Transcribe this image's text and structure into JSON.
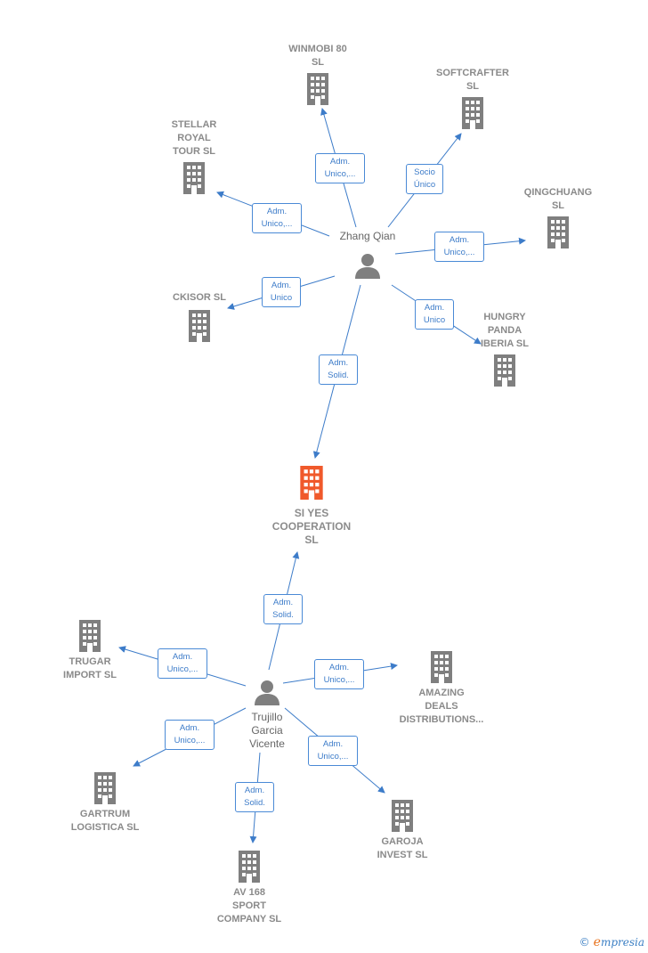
{
  "colors": {
    "edge": "#3d7cc9",
    "building": "#7f7f7f",
    "main_building": "#f0592b",
    "person": "#7f7f7f"
  },
  "main": {
    "label": "SI YES\nCOOPERATION\nSL"
  },
  "people": {
    "zhang": {
      "label": "Zhang Qian"
    },
    "trujillo": {
      "label": "Trujillo\nGarcia\nVicente"
    }
  },
  "companies": {
    "winmobi": "WINMOBI 80\nSL",
    "softcrafter": "SOFTCRAFTER\nSL",
    "stellar": "STELLAR\nROYAL\nTOUR  SL",
    "qingchuang": "QINGCHUANG\nSL",
    "ckisor": "CKISOR SL",
    "hungry": "HUNGRY\nPANDA\nIBERIA  SL",
    "trugar": "TRUGAR\nIMPORT  SL",
    "amazing": "AMAZING\nDEALS\nDISTRIBUTIONS...",
    "gartrum": "GARTRUM\nLOGISTICA  SL",
    "garoja": "GAROJA\nINVEST  SL",
    "av168": "AV 168\nSPORT\nCOMPANY  SL"
  },
  "edge_labels": {
    "winmobi": "Adm.\nUnico,...",
    "softcrafter": "Socio\nÚnico",
    "stellar": "Adm.\nUnico,...",
    "qingchuang": "Adm.\nUnico,...",
    "ckisor": "Adm.\nUnico",
    "hungry": "Adm.\nUnico",
    "zhang_main": "Adm.\nSolid.",
    "trujillo_main": "Adm.\nSolid.",
    "trugar": "Adm.\nUnico,...",
    "amazing": "Adm.\nUnico,...",
    "gartrum": "Adm.\nUnico,...",
    "garoja": "Adm.\nUnico,...",
    "av168": "Adm.\nSolid."
  },
  "brand": {
    "symbol": "©",
    "initial": "e",
    "rest": "mpresia"
  }
}
